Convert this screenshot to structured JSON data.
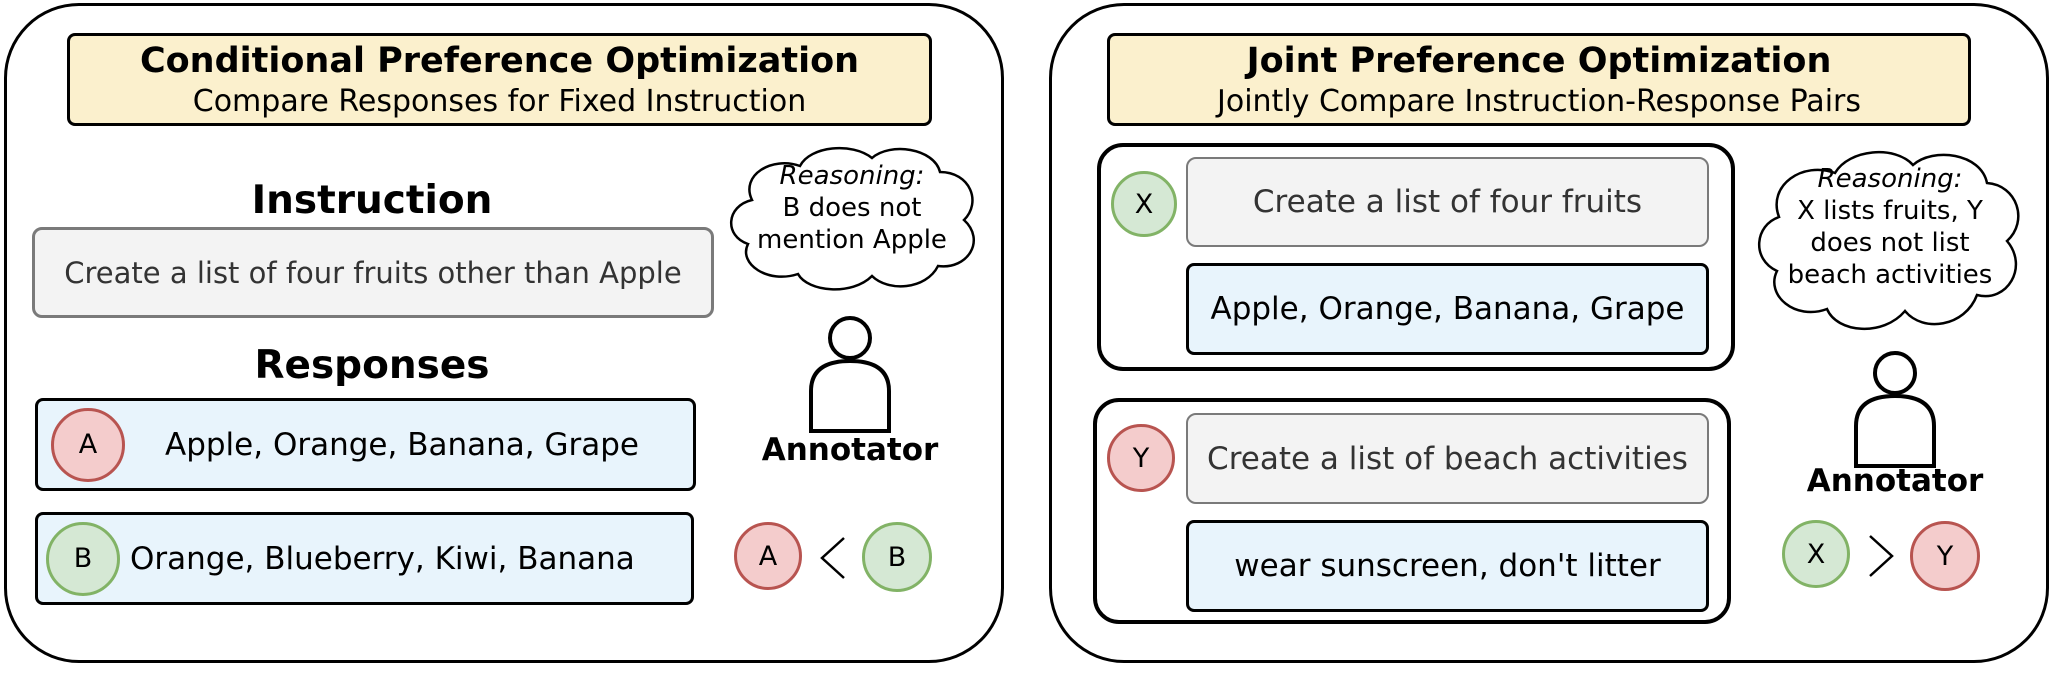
{
  "left": {
    "title": "Conditional Preference Optimization",
    "subtitle": "Compare Responses for Fixed Instruction",
    "instruction_heading": "Instruction",
    "instruction_text": "Create a list of four fruits other than Apple",
    "responses_heading": "Responses",
    "responses": [
      {
        "marker": "A",
        "text": "Apple, Orange, Banana, Grape"
      },
      {
        "marker": "B",
        "text": "Orange, Blueberry, Kiwi, Banana"
      }
    ],
    "reasoning_label": "Reasoning:",
    "reasoning_lines": [
      "B does not",
      "mention Apple"
    ],
    "annotator_label": "Annotator",
    "comparison": {
      "left": "A",
      "symbol": "<",
      "right": "B"
    }
  },
  "right": {
    "title": "Joint Preference Optimization",
    "subtitle": "Jointly Compare Instruction-Response Pairs",
    "pairs": [
      {
        "marker": "X",
        "instruction": "Create a list of four fruits",
        "response": "Apple, Orange, Banana, Grape"
      },
      {
        "marker": "Y",
        "instruction": "Create a list of beach activities",
        "response": "wear sunscreen, don't litter"
      }
    ],
    "reasoning_label": "Reasoning:",
    "reasoning_lines": [
      "X lists fruits, Y",
      "does not list",
      "beach activities"
    ],
    "annotator_label": "Annotator",
    "comparison": {
      "left": "X",
      "symbol": ">",
      "right": "Y"
    }
  },
  "colors": {
    "title_fill": "#fbf0cd",
    "instruction_fill": "#f3f3f3",
    "response_fill": "#e8f4fc",
    "red_marker_fill": "#f4cccc",
    "red_marker_stroke": "#b85450",
    "green_marker_fill": "#d5e8d4",
    "green_marker_stroke": "#82b366"
  },
  "icons": [
    "person-icon",
    "thought-cloud-icon"
  ]
}
